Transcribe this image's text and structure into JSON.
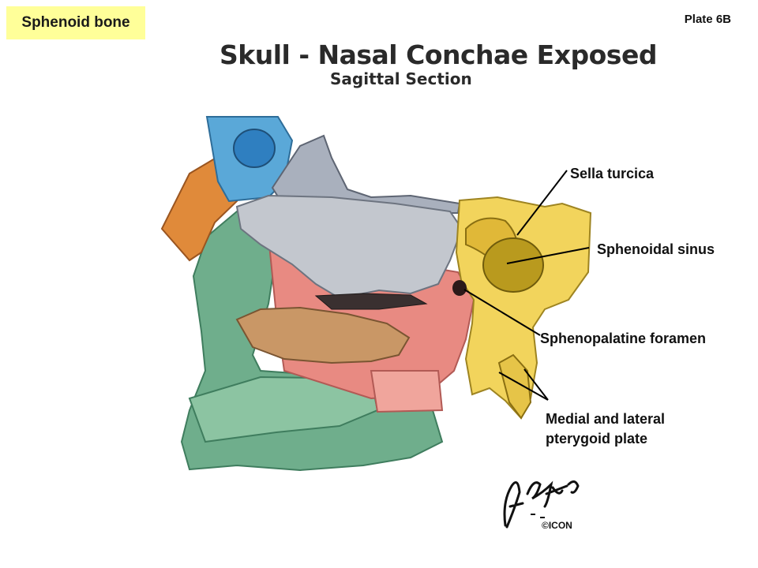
{
  "topic_tag": "Sphenoid bone",
  "plate": "Plate 6B",
  "title": "Skull - Nasal Conchae Exposed",
  "subtitle": "Sagittal Section",
  "labels": {
    "sella_turcica": "Sella turcica",
    "sphenoidal_sinus": "Sphenoidal sinus",
    "sphenopalatine_foramen": "Sphenopalatine foramen",
    "pterygoid_line1": "Medial and lateral",
    "pterygoid_line2": "pterygoid plate"
  },
  "signature": "F. Netter M.D.",
  "signature_mark": "©ICON",
  "colors": {
    "tag_bg": "#ffff99",
    "sphenoid": "#f2d45c",
    "frontal": "#5aa8d8",
    "nasal": "#e08a3a",
    "maxilla": "#6fae8c",
    "palatine": "#e88a82",
    "conchae": "#b8bcc4",
    "inferior_concha": "#c99766"
  }
}
